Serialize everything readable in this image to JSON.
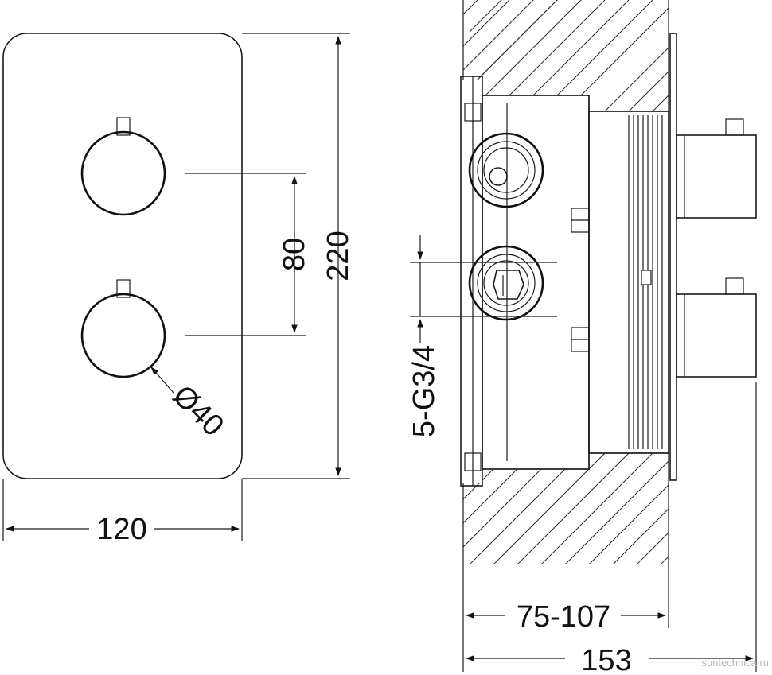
{
  "dimensions": {
    "width": "120",
    "height": "220",
    "knob_spacing": "80",
    "knob_diameter": "Ø40",
    "connection": "5-G3/4",
    "depth_range": "75-107",
    "total_depth": "153"
  },
  "watermark": "suntechnica.ru"
}
